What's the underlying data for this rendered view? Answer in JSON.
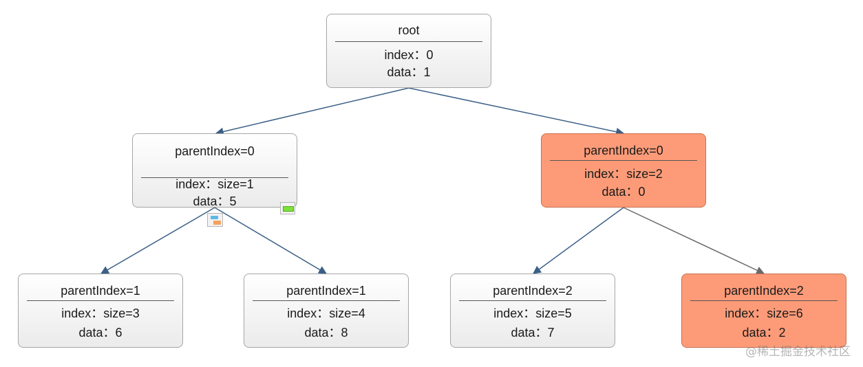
{
  "diagram": {
    "nodes": [
      {
        "id": "root",
        "title": "root",
        "lines": [
          "index：0",
          "data：1"
        ],
        "highlighted": false
      },
      {
        "id": "n1",
        "title": "parentIndex=0",
        "lines": [
          "index：size=1",
          "data：5"
        ],
        "highlighted": false
      },
      {
        "id": "n2",
        "title": "parentIndex=0",
        "lines": [
          "index：size=2",
          "data：0"
        ],
        "highlighted": true
      },
      {
        "id": "n3",
        "title": "parentIndex=1",
        "lines": [
          "index：size=3",
          "data：6"
        ],
        "highlighted": false
      },
      {
        "id": "n4",
        "title": "parentIndex=1",
        "lines": [
          "index：size=4",
          "data：8"
        ],
        "highlighted": false
      },
      {
        "id": "n5",
        "title": "parentIndex=2",
        "lines": [
          "index：size=5",
          "data：7"
        ],
        "highlighted": false
      },
      {
        "id": "n6",
        "title": "parentIndex=2",
        "lines": [
          "index：size=6",
          "data：2"
        ],
        "highlighted": true
      }
    ],
    "edges": [
      {
        "from": "root",
        "to": "n1"
      },
      {
        "from": "root",
        "to": "n2"
      },
      {
        "from": "n1",
        "to": "n3"
      },
      {
        "from": "n1",
        "to": "n4"
      },
      {
        "from": "n2",
        "to": "n5"
      },
      {
        "from": "n2",
        "to": "n6"
      }
    ],
    "colors": {
      "edge": "#3b5f86",
      "edge_muted": "#6a6a6a",
      "highlight_fill": "#fd9b78",
      "node_border": "#a6a6a6"
    },
    "icons": [
      "layout-icon",
      "collapse-icon"
    ]
  },
  "watermark": "@稀土掘金技术社区"
}
